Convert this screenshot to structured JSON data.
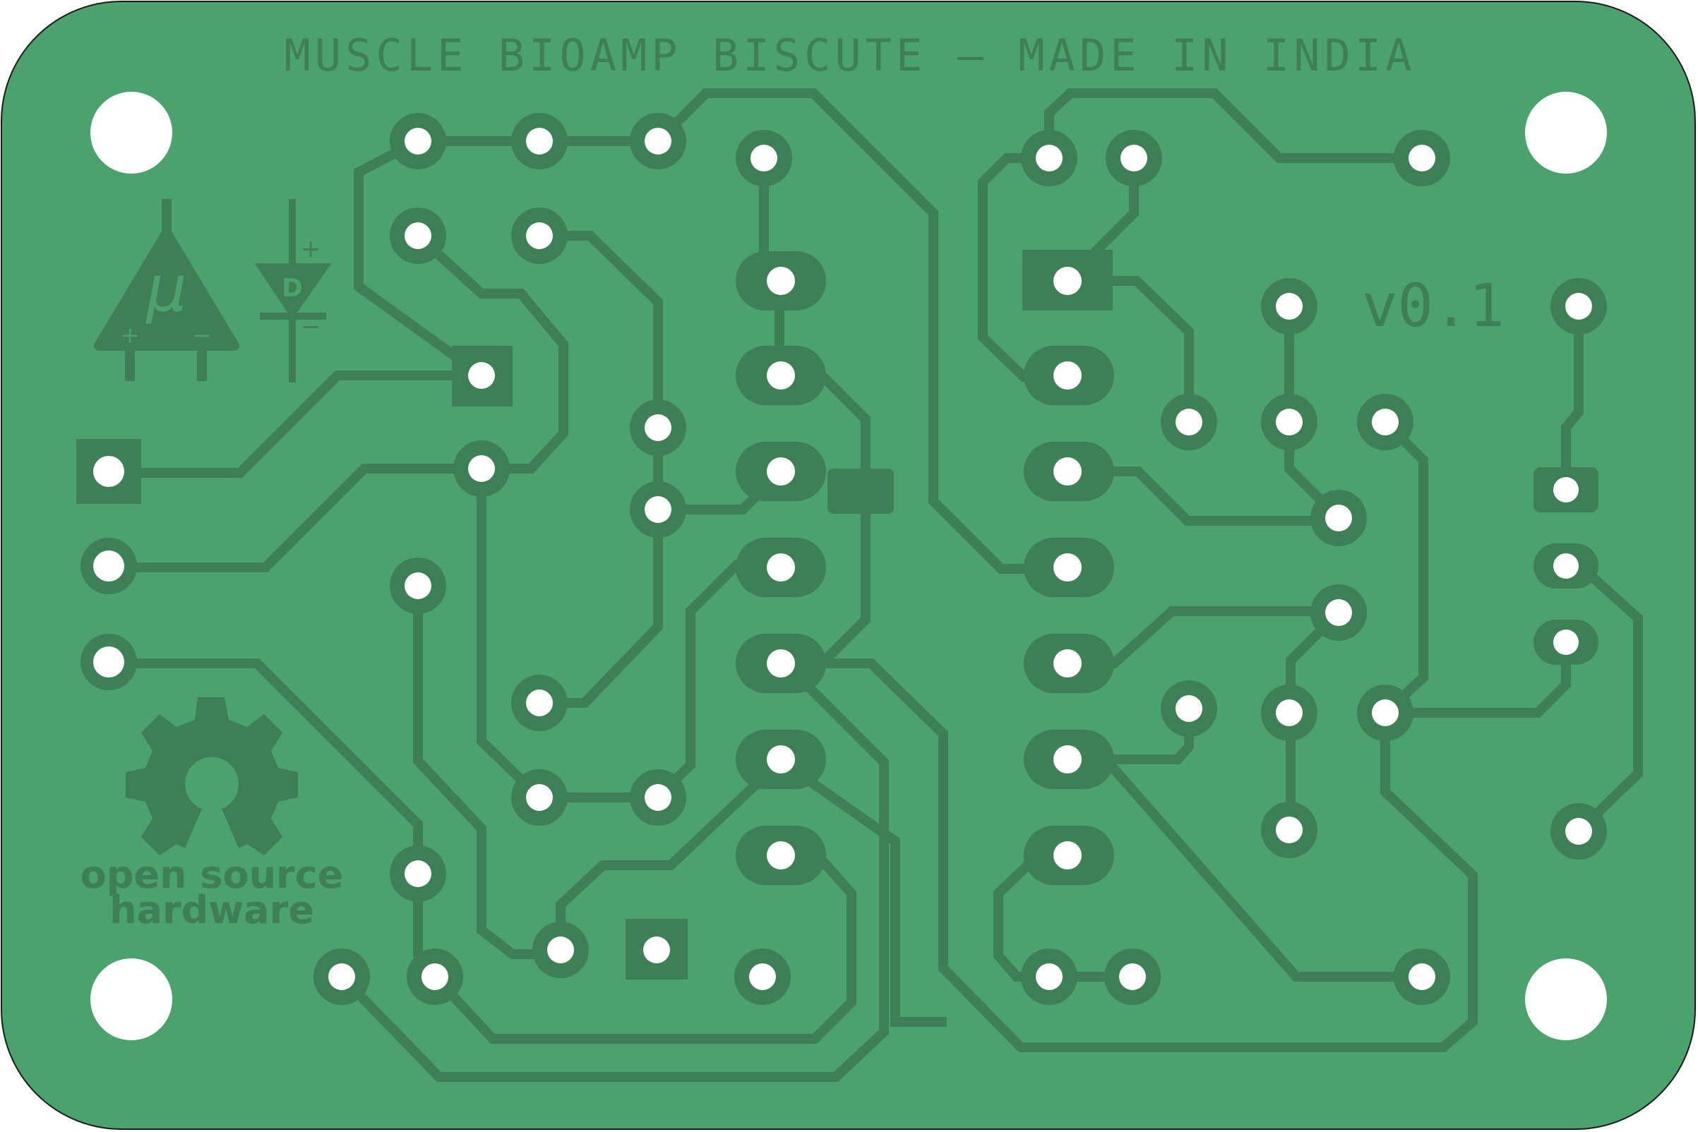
{
  "board": {
    "title": "MUSCLE BIOAMP BISCUTE — MADE IN INDIA",
    "version": "v0.1",
    "osh_line1": "open source",
    "osh_line2": "hardware",
    "opamp_symbol_text": "μ",
    "opamp_plus": "+",
    "opamp_minus": "−",
    "diode_symbol_text": "D",
    "diode_plus": "+",
    "diode_minus": "−"
  },
  "colors": {
    "substrate": "#4ca26c",
    "copper": "#3f7f55",
    "drill": "#ffffff",
    "outline": "#1a1a1a"
  }
}
